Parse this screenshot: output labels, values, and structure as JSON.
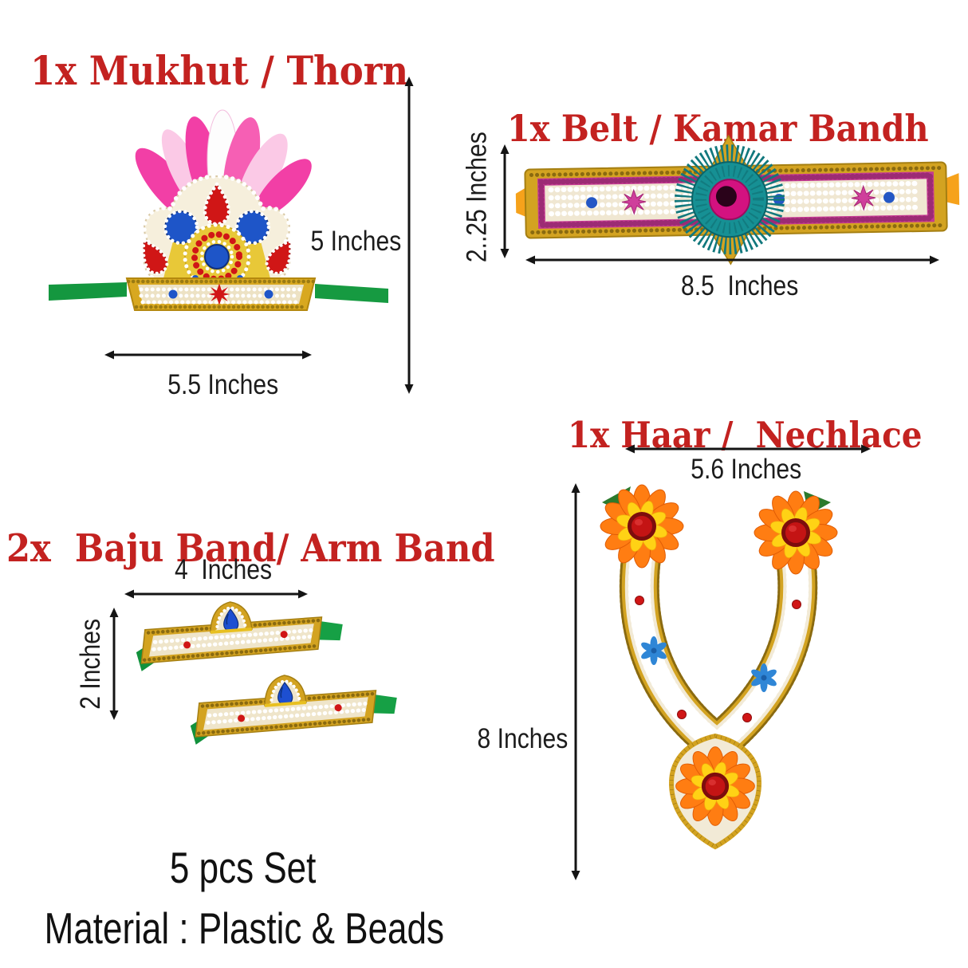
{
  "mukhut": {
    "title": "1x Mukhut / Thorn",
    "height_label": "5 Inches",
    "width_label": "5.5 Inches"
  },
  "belt": {
    "title": "1x Belt / Kamar Bandh",
    "height_label": "2..25 Inches",
    "width_label": "8.5  Inches"
  },
  "haar": {
    "title": "1x Haar /  Nechlace",
    "width_label": "5.6 Inches",
    "height_label": "8 Inches"
  },
  "baju": {
    "title": "2x  Baju Band/ Arm Band",
    "width_label": "4  Inches",
    "height_label": "2 Inches"
  },
  "footer": {
    "set_text": "5 pcs Set",
    "material_text": "Material : Plastic & Beads"
  },
  "colors": {
    "title_red": "#c32220",
    "dimension_text": "#1c1c1c",
    "arrow_black": "#141414",
    "gold": "#d3a321",
    "gold_dark": "#8a6a10",
    "pearl_white": "#f2ead6",
    "gem_red": "#d01616",
    "gem_blue": "#1e55c8",
    "ribbon_green": "#14973f",
    "tulle_pink": "#f23fa6",
    "belt_teal": "#169094",
    "belt_magenta": "#c43a92",
    "rosette_pink": "#d31280",
    "ribbon_orange": "#f6a21b",
    "flower_orange": "#ff7d12",
    "flower_yellow": "#ffd215",
    "gem_yellow": "#e8c838"
  }
}
